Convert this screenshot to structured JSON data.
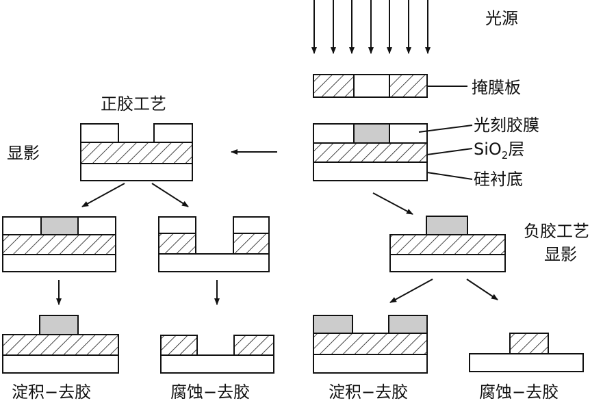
{
  "labels": {
    "light_source": "光源",
    "mask": "掩膜板",
    "photoresist": "光刻胶膜",
    "sio2": "SiO",
    "sio2_sub": "2",
    "sio2_suffix": "层",
    "substrate": "硅衬底",
    "positive_process": "正胶工艺",
    "develop_left": "显影",
    "negative_process": "负胶工艺",
    "develop_right": "显影",
    "result_1": "淀积−去胶",
    "result_2": "腐蚀−去胶",
    "result_3": "淀积−去胶",
    "result_4": "腐蚀−去胶"
  },
  "colors": {
    "line": "#111111",
    "resist_fill": "#cccccc",
    "background": "#ffffff"
  }
}
